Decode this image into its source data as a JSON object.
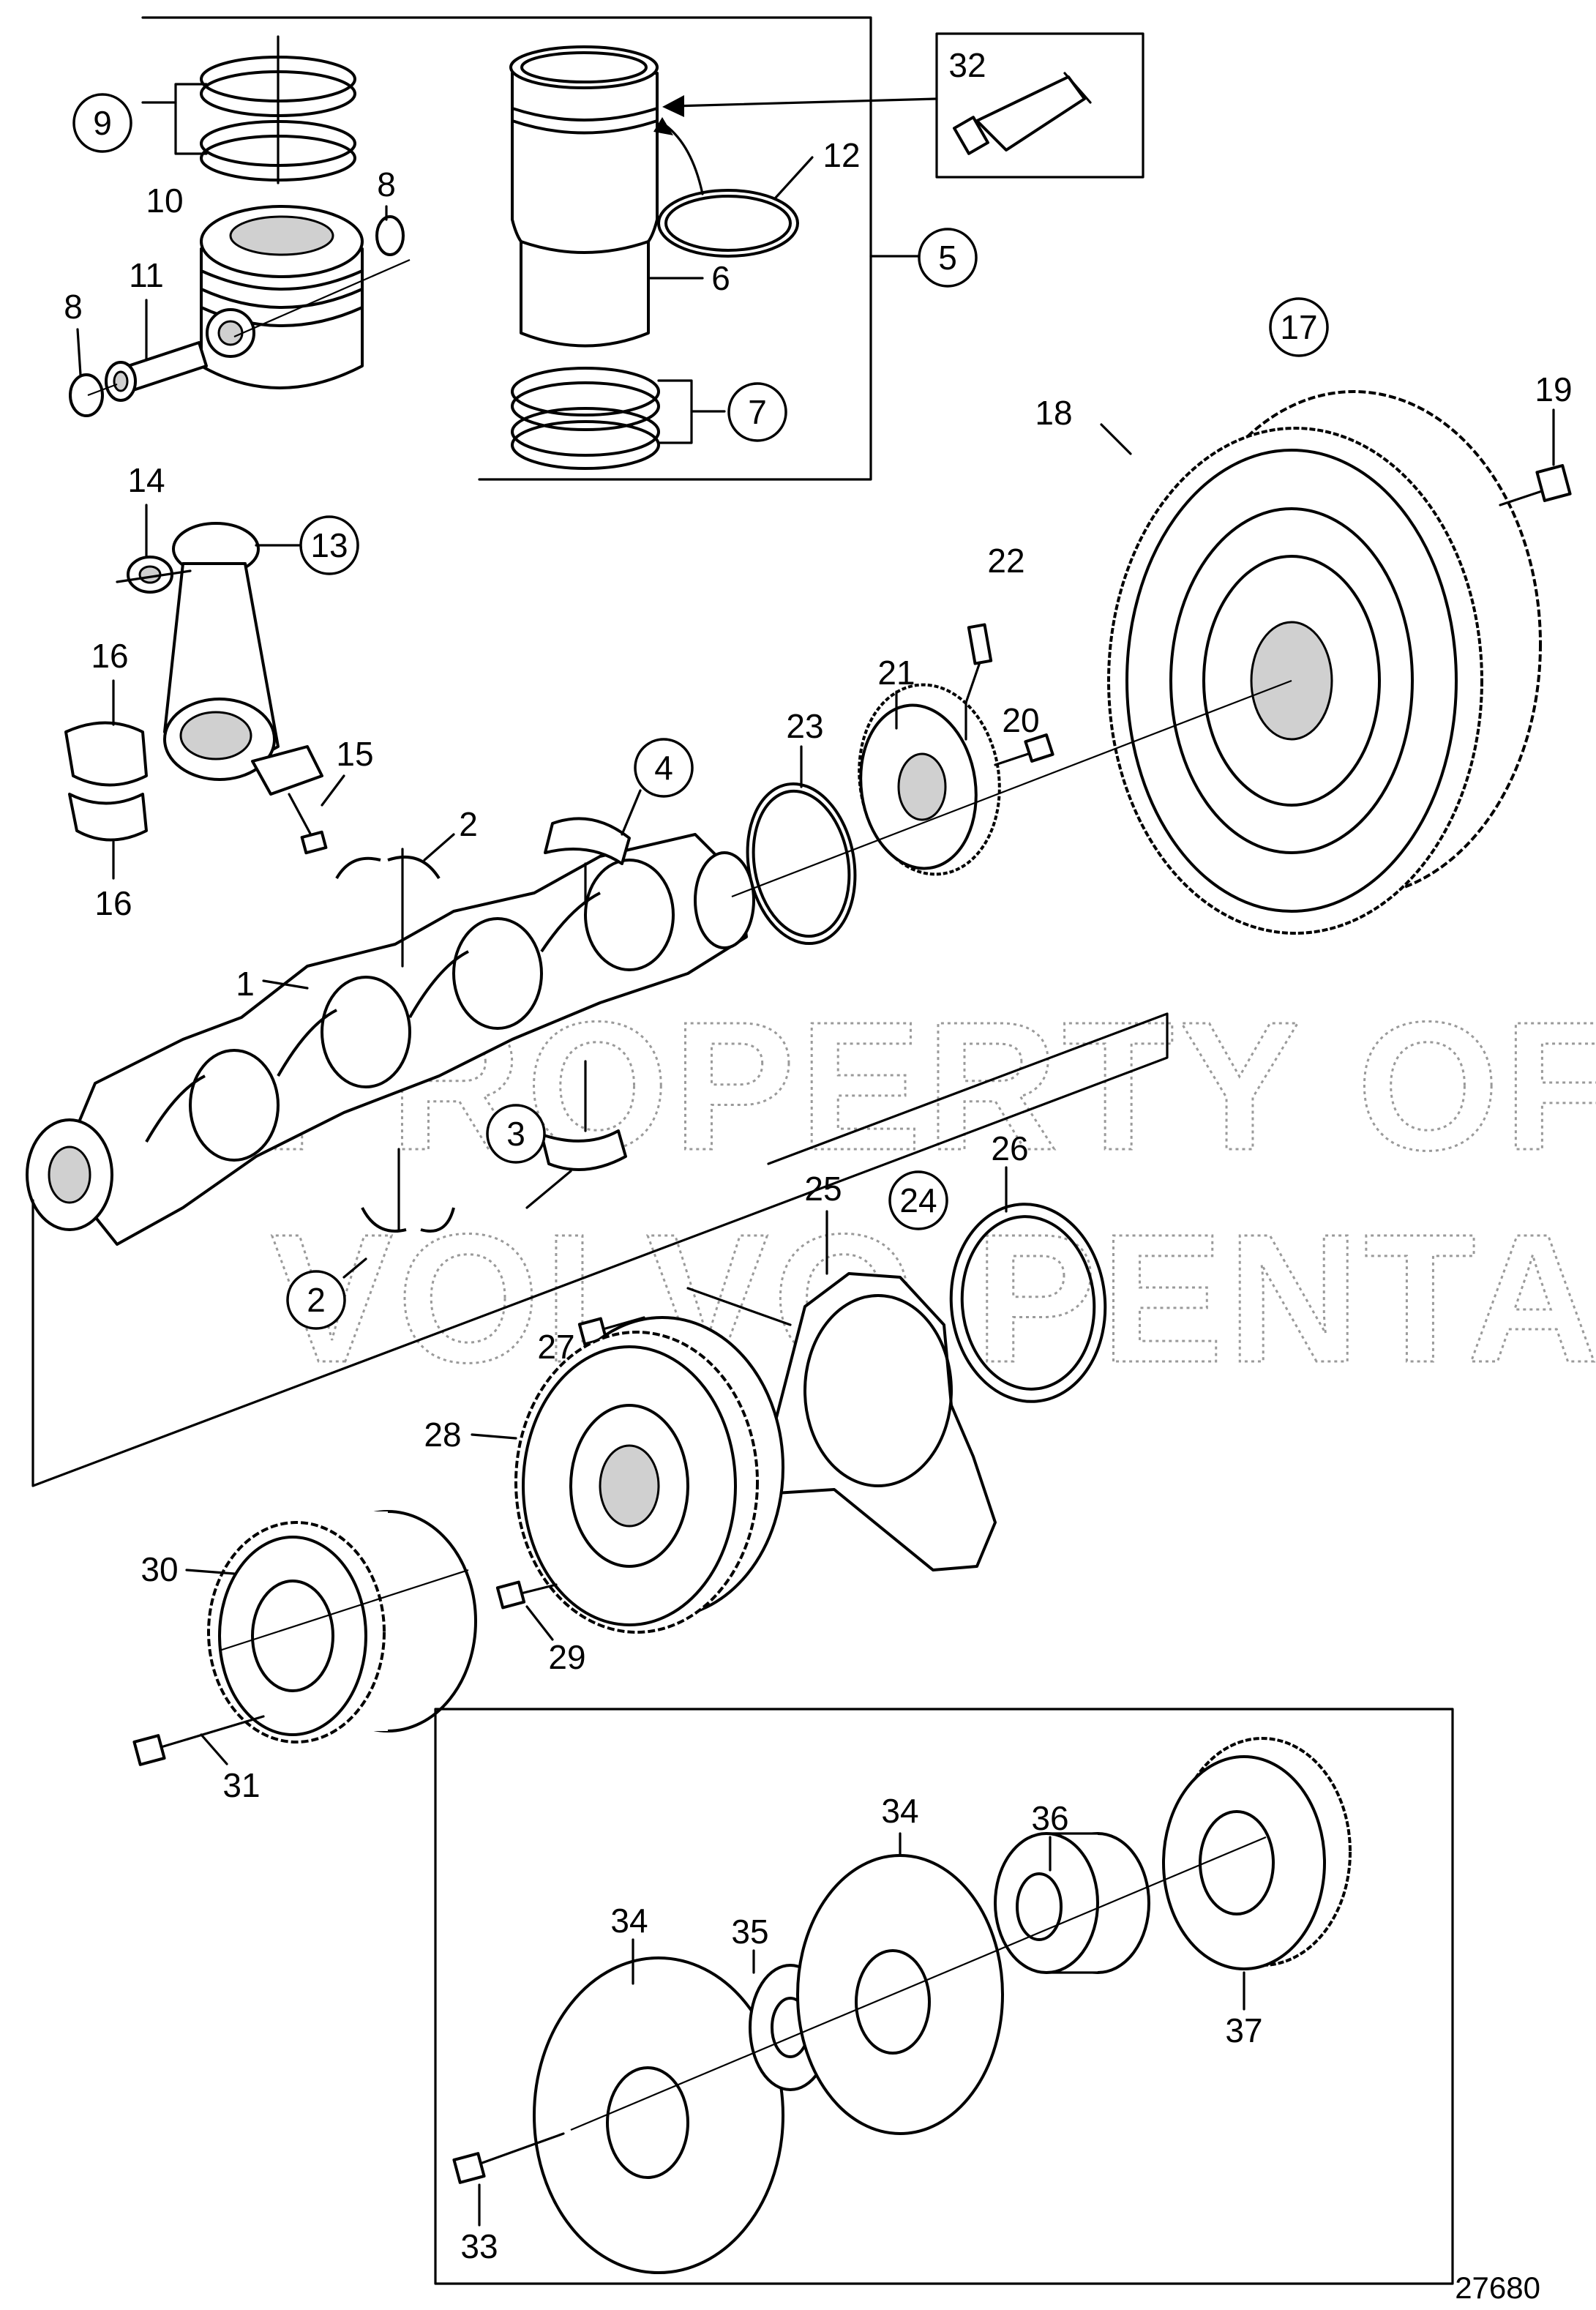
{
  "labels": {
    "n1": "1",
    "n2a": "2",
    "n2b": "2",
    "n3": "3",
    "n4": "4",
    "n5": "5",
    "n6": "6",
    "n7": "7",
    "n8a": "8",
    "n8b": "8",
    "n9": "9",
    "n10": "10",
    "n11": "11",
    "n12": "12",
    "n13": "13",
    "n14": "14",
    "n15": "15",
    "n16a": "16",
    "n16b": "16",
    "n17": "17",
    "n18": "18",
    "n19": "19",
    "n20": "20",
    "n21": "21",
    "n22": "22",
    "n23": "23",
    "n24": "24",
    "n25": "25",
    "n26": "26",
    "n27": "27",
    "n28": "28",
    "n29": "29",
    "n30": "30",
    "n31": "31",
    "n32": "32",
    "n33": "33",
    "n34a": "34",
    "n34b": "34",
    "n35": "35",
    "n36": "36",
    "n37": "37"
  },
  "watermark": {
    "line1": "PROPERTY OF",
    "line2": "VOLVO PENTA"
  },
  "reference_number": "27680",
  "colors": {
    "line": "#000000",
    "watermark": "#9a9a9a",
    "background": "#ffffff"
  }
}
